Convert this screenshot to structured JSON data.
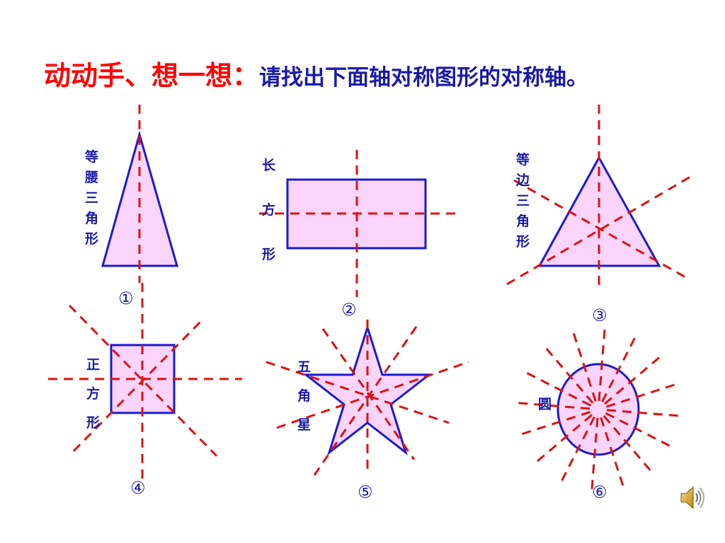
{
  "title": {
    "lead": "动动手、想一想：",
    "rest": "请找出下面轴对称图形的对称轴。"
  },
  "shapes": [
    {
      "label": "等腰三角形",
      "number": "①"
    },
    {
      "label": "长方形",
      "number": "②"
    },
    {
      "label": "等边三角形",
      "number": "③"
    },
    {
      "label": "正方形",
      "number": "④"
    },
    {
      "label": "五角星",
      "number": "⑤"
    },
    {
      "label": "圆",
      "number": "⑥"
    }
  ],
  "colors": {
    "outline": "#1a1ad0",
    "fill": "#fbd4fb",
    "axis": "#e01010",
    "title_red": "#ff0000",
    "label_blue": "#1a1aa8"
  },
  "icons": [
    "speaker-icon"
  ]
}
